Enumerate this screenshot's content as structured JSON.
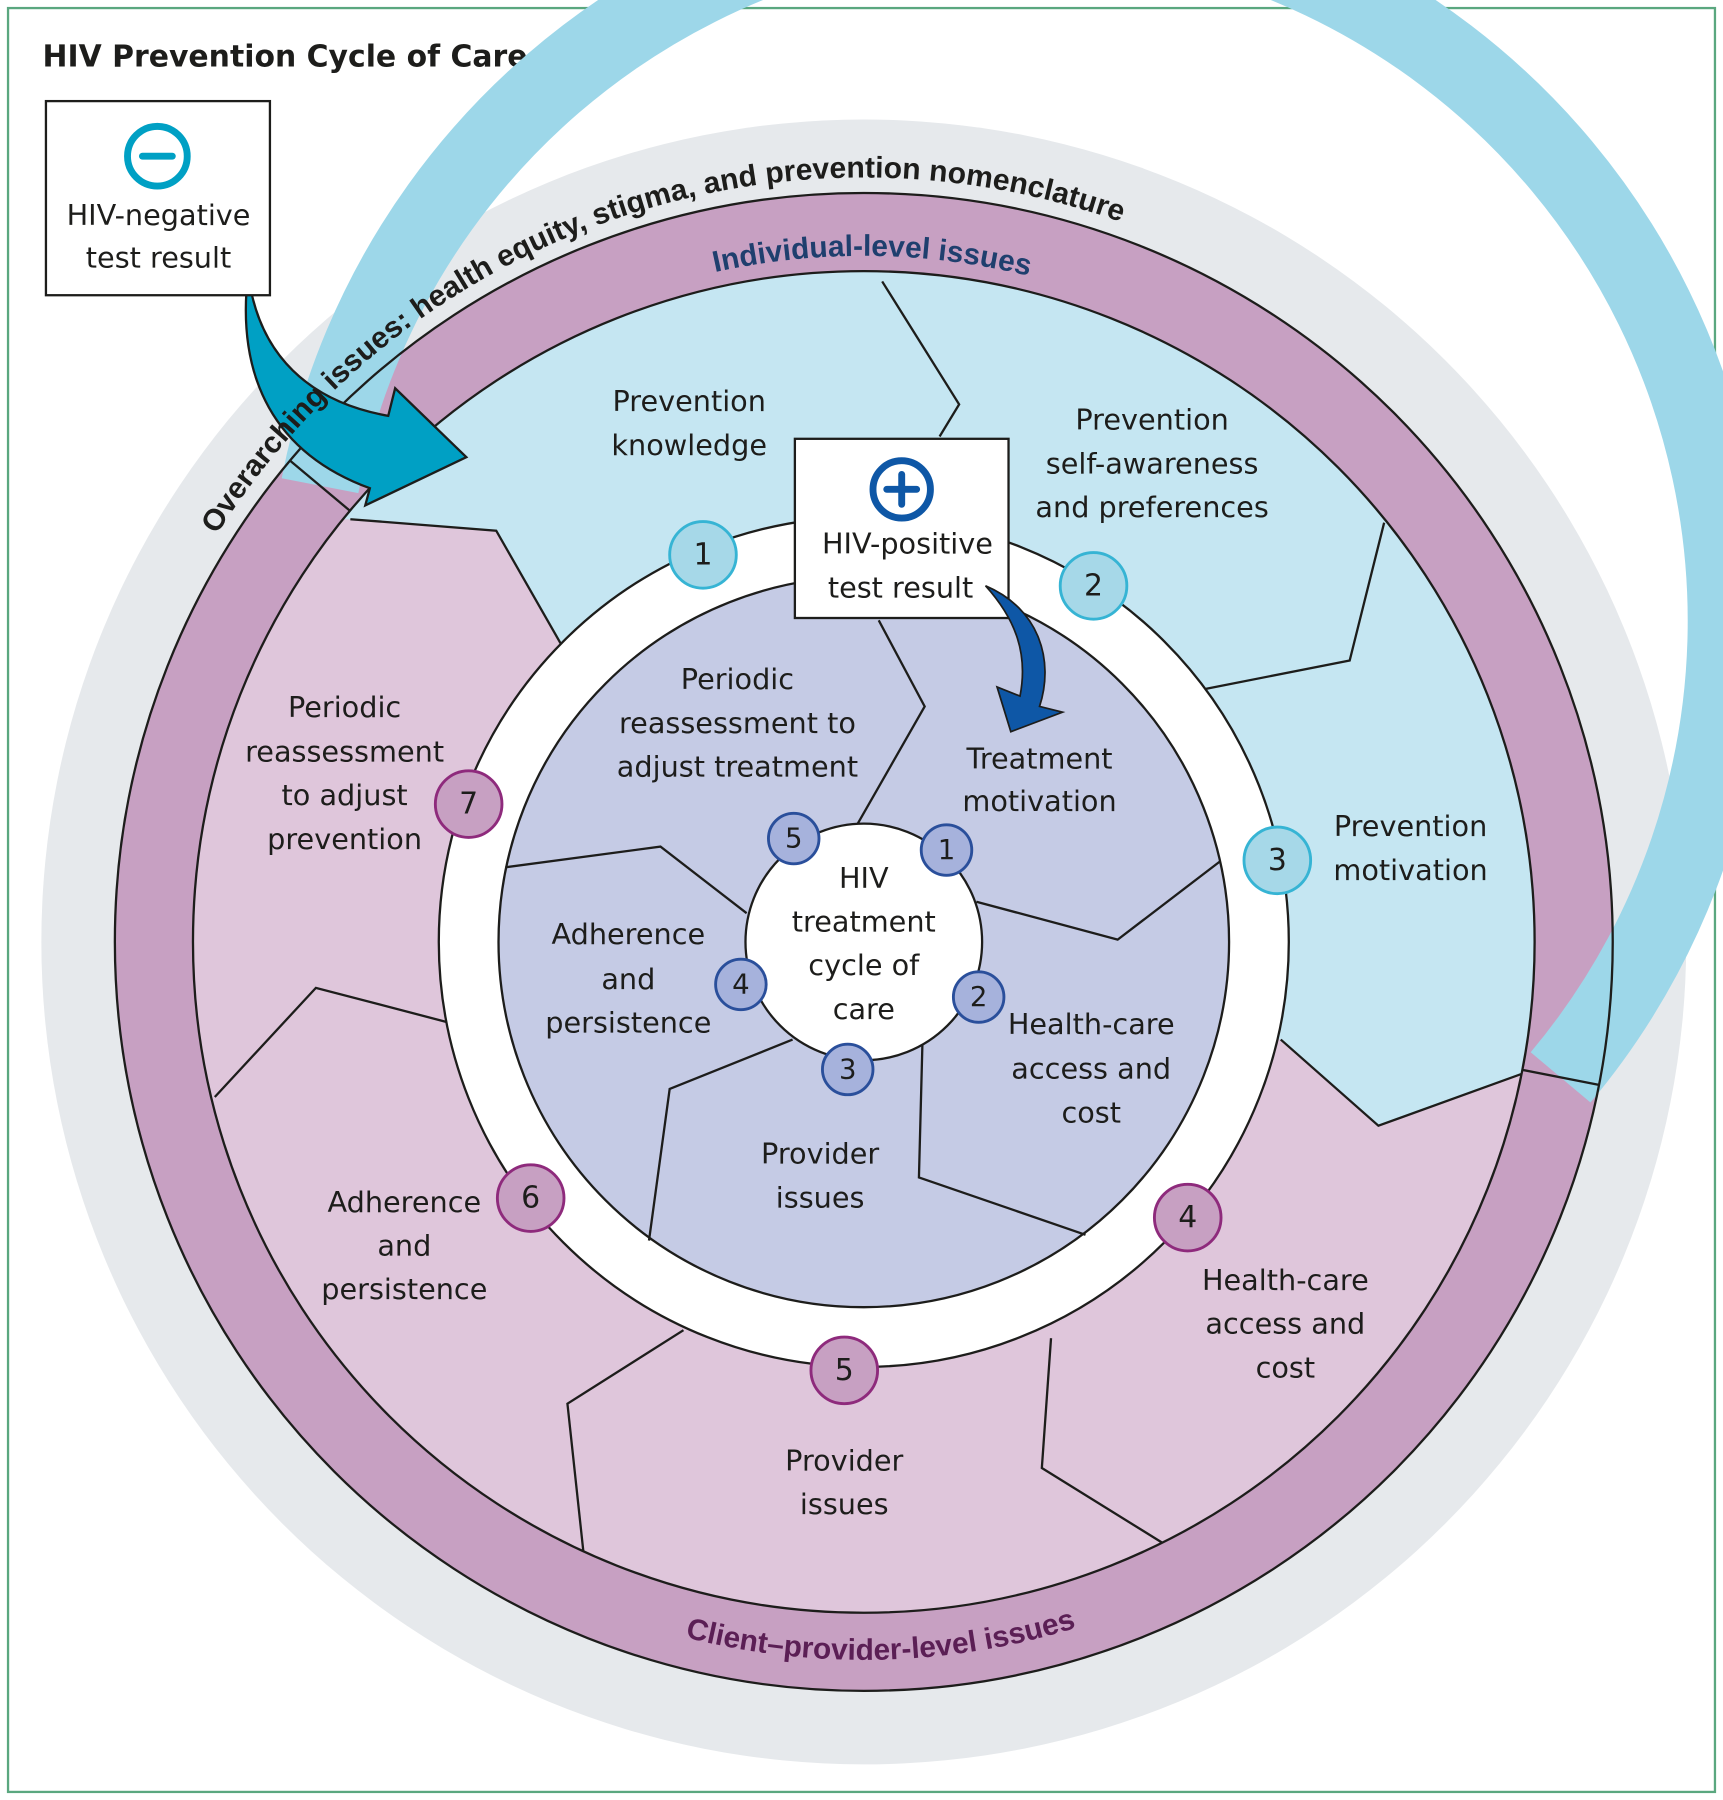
{
  "title": "HIV Prevention Cycle of Care Model",
  "negative_box": {
    "lines": [
      "HIV-negative",
      "test result"
    ],
    "icon": "minus-circle-icon"
  },
  "positive_box": {
    "lines": [
      "HIV-positive",
      "test result"
    ],
    "icon": "plus-circle-icon"
  },
  "overarching": "Overarching issues: health equity, stigma, and prevention nomenclature",
  "individual_level": "Individual-level issues",
  "client_provider_level": "Client–provider-level issues",
  "prevention_steps": [
    {
      "number": "1",
      "lines": [
        "Prevention",
        "knowledge"
      ]
    },
    {
      "number": "2",
      "lines": [
        "Prevention",
        "self-awareness",
        "and preferences"
      ]
    },
    {
      "number": "3",
      "lines": [
        "Prevention",
        "motivation"
      ]
    },
    {
      "number": "4",
      "lines": [
        "Health-care",
        "access and",
        "cost"
      ]
    },
    {
      "number": "5",
      "lines": [
        "Provider",
        "issues"
      ]
    },
    {
      "number": "6",
      "lines": [
        "Adherence",
        "and",
        "persistence"
      ]
    },
    {
      "number": "7",
      "lines": [
        "Periodic",
        "reassessment",
        "to adjust",
        "prevention"
      ]
    }
  ],
  "treatment_steps": [
    {
      "number": "1",
      "lines": [
        "Treatment",
        "motivation"
      ]
    },
    {
      "number": "2",
      "lines": [
        "Health-care",
        "access and",
        "cost"
      ]
    },
    {
      "number": "3",
      "lines": [
        "Provider",
        "issues"
      ]
    },
    {
      "number": "4",
      "lines": [
        "Adherence",
        "and",
        "persistence"
      ]
    },
    {
      "number": "5",
      "lines": [
        "Periodic",
        "reassessment to",
        "adjust treatment"
      ]
    }
  ],
  "center": {
    "lines": [
      "HIV",
      "treatment",
      "cycle of",
      "care"
    ]
  },
  "colors": {
    "border": "#5aa77f",
    "overarching_band": "#e6e9ec",
    "individual_ring": "#9dd7e9",
    "individual_fill": "#c5e6f2",
    "client_ring": "#c7a0c2",
    "client_fill": "#dfc6db",
    "treatment_fill": "#c5cbe5",
    "teal_arrow": "#00a0c4",
    "blue_arrow": "#0e57a6"
  }
}
